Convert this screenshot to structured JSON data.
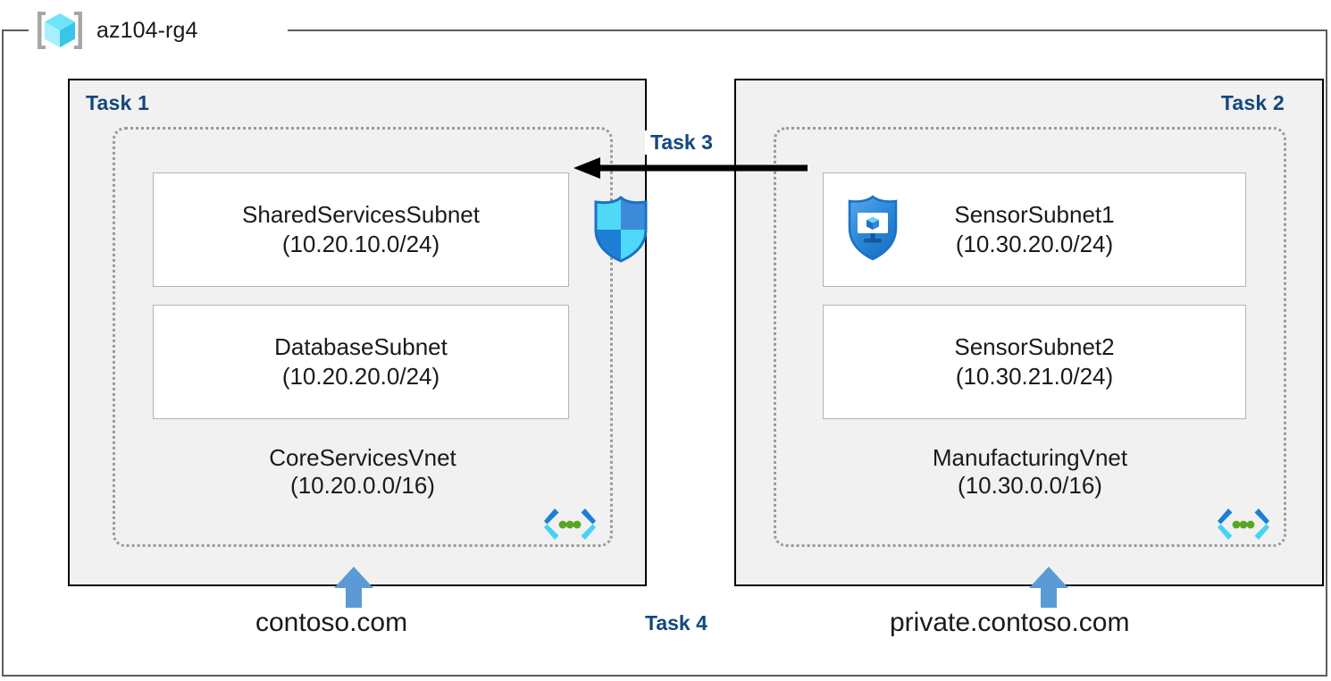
{
  "resource_group": {
    "name": "az104-rg4",
    "icon": "resource-group-cube-icon"
  },
  "panels": [
    {
      "task_tag": "Task 1",
      "vnet": {
        "name": "CoreServicesVnet",
        "cidr": "(10.20.0.0/16)",
        "icon": "virtual-network-icon"
      },
      "subnets": [
        {
          "name": "SharedServicesSubnet",
          "cidr": "(10.20.10.0/24)"
        },
        {
          "name": "DatabaseSubnet",
          "cidr": "(10.20.20.0/24)"
        }
      ],
      "badge_icon": "shield-icon",
      "dns": {
        "arrow_icon": "up-arrow-icon",
        "label": "contoso.com"
      }
    },
    {
      "task_tag": "Task 2",
      "vnet": {
        "name": "ManufacturingVnet",
        "cidr": "(10.30.0.0/16)",
        "icon": "virtual-network-icon"
      },
      "subnets": [
        {
          "name": "SensorSubnet1",
          "cidr": "(10.30.20.0/24)"
        },
        {
          "name": "SensorSubnet2",
          "cidr": "(10.30.21.0/24)"
        }
      ],
      "badge_icon": "shield-vm-icon",
      "dns": {
        "arrow_icon": "up-arrow-icon",
        "label": "private.contoso.com"
      }
    }
  ],
  "connections": {
    "peering": {
      "task_tag": "Task 3",
      "direction": "right-to-left",
      "icon": "peering-arrow-icon"
    },
    "dns_task_tag": "Task 4"
  },
  "colors": {
    "task_label": "#14477d",
    "panel_fill": "#f1f1f1",
    "panel_border": "#000000",
    "vnet_border": "#9a9a9a",
    "subnet_border": "#b4b4b4",
    "frame_border": "#5d5d5d",
    "arrow": "#000000",
    "dns_arrow": "#5b9bd5",
    "icon_cyan": "#31c6f0",
    "icon_blue": "#2b88d8",
    "icon_green": "#5aa524"
  }
}
